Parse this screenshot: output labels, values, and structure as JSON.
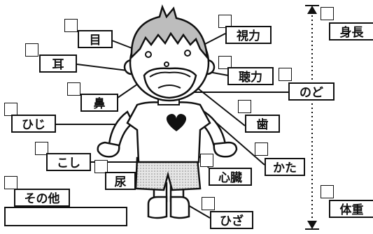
{
  "labels": {
    "me": "目",
    "mimi": "耳",
    "hana": "鼻",
    "hiji": "ひじ",
    "koshi": "こし",
    "nyou": "尿",
    "sonota": "その他",
    "shiryoku": "視力",
    "chouryoku": "聴力",
    "nodo": "のど",
    "ha": "歯",
    "kata": "かた",
    "shinzou": "心臓",
    "hiza": "ひざ",
    "shinchou": "身長",
    "taijuu": "体重"
  }
}
